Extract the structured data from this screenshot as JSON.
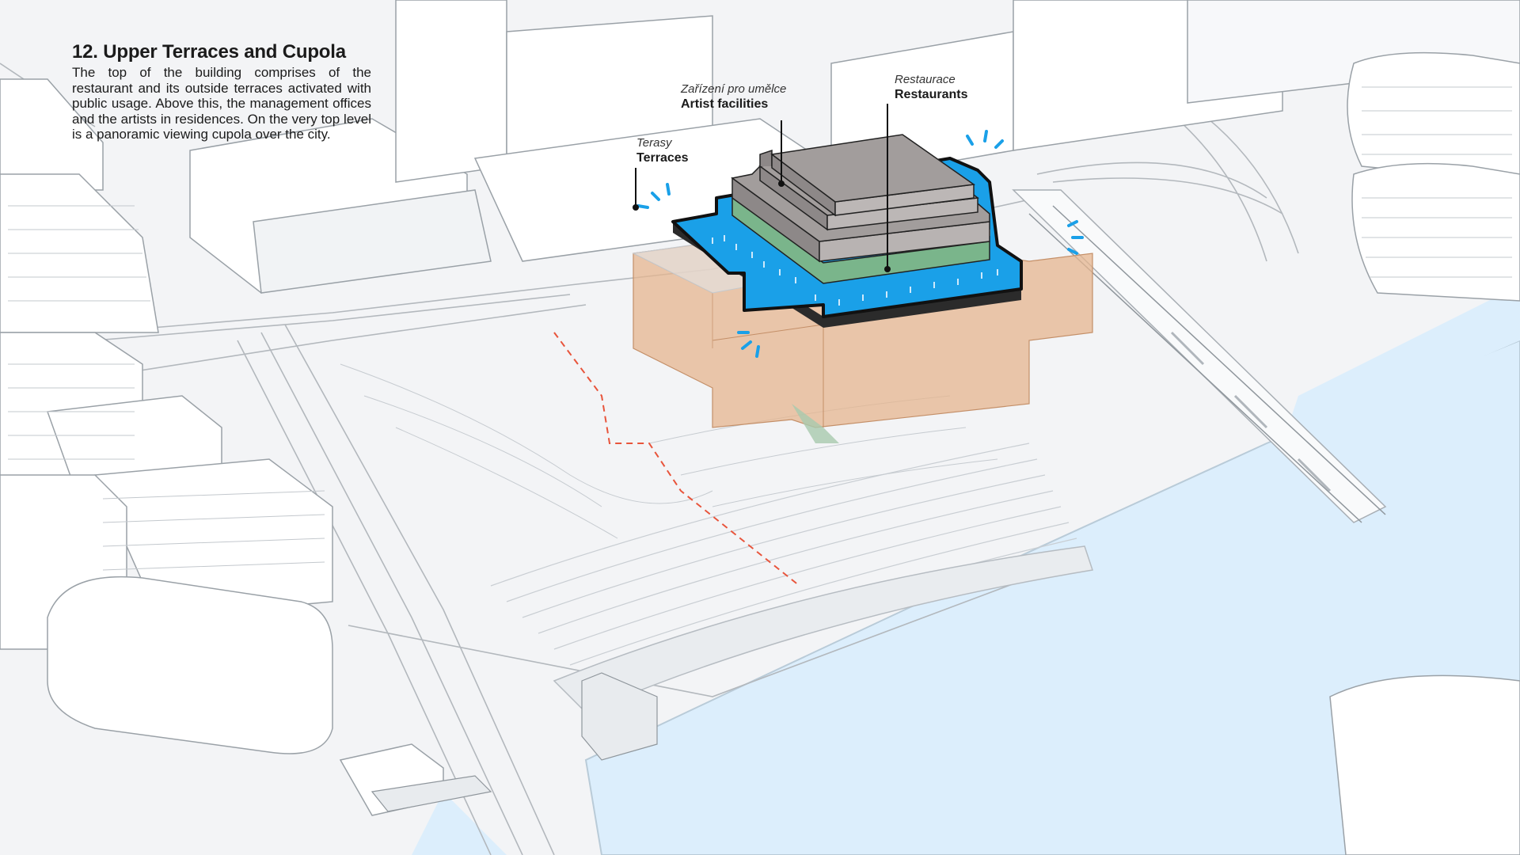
{
  "heading": "12. Upper Terraces and Cupola",
  "description": "The top of the building comprises of the restaurant and its outside terraces activated with public usage. Above this, the management offices and the artists in residences. On the very top level is a panoramic viewing cupola over the city.",
  "callouts": {
    "terraces": {
      "cz": "Terasy",
      "en": "Terraces"
    },
    "artist": {
      "cz": "Zařízení pro umělce",
      "en": "Artist facilities"
    },
    "restaurants": {
      "cz": "Restaurace",
      "en": "Restaurants"
    }
  },
  "colors": {
    "terrace": "#1aa0e8",
    "restaurant_band": "#7ab58b",
    "upper_volume": "#a29d9c",
    "lower_volume": "#e6b58f",
    "river": "#dceefc",
    "buildings": "#ffffff",
    "dashed_path": "#e8543b"
  }
}
